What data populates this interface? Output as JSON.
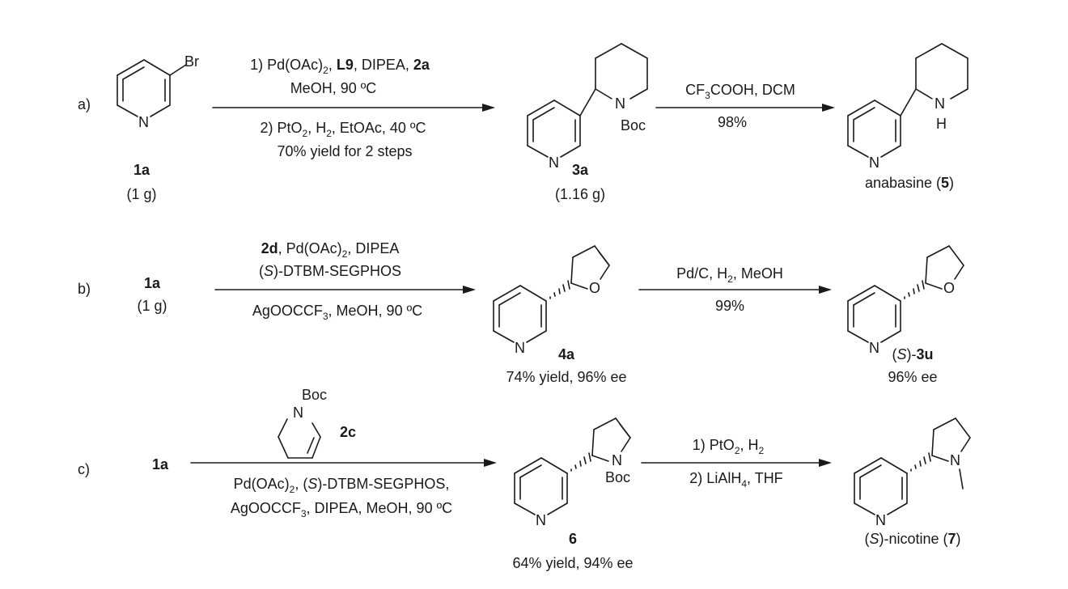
{
  "rows": [
    {
      "label": "a)",
      "start": {
        "name": "1a",
        "note": "(1 g)",
        "substituent": "Br"
      },
      "arrow1": {
        "above": [
          [
            {
              "t": "1) Pd(OAc)"
            },
            {
              "t": "2",
              "sub": true
            },
            {
              "t": ", "
            },
            {
              "t": "L9",
              "b": true
            },
            {
              "t": ", DIPEA, "
            },
            {
              "t": "2a",
              "b": true
            }
          ],
          [
            {
              "t": "MeOH, 90 ºC"
            }
          ]
        ],
        "below": [
          [
            {
              "t": "2) PtO"
            },
            {
              "t": "2",
              "sub": true
            },
            {
              "t": ", H"
            },
            {
              "t": "2",
              "sub": true
            },
            {
              "t": ", EtOAc, 40 ºC"
            }
          ],
          [
            {
              "t": "70% yield for 2 steps"
            }
          ]
        ]
      },
      "intermediate": {
        "name": "3a",
        "note": "(1.16 g)",
        "atoms": [
          "N",
          "Boc"
        ]
      },
      "arrow2": {
        "above": [
          [
            {
              "t": "CF"
            },
            {
              "t": "3",
              "sub": true
            },
            {
              "t": "COOH, DCM"
            }
          ]
        ],
        "below": [
          [
            {
              "t": "98%"
            }
          ]
        ]
      },
      "product": {
        "label": [
          {
            "t": "anabasine ("
          },
          {
            "t": "5",
            "b": true
          },
          {
            "t": ")"
          }
        ],
        "atoms": [
          "N",
          "H"
        ]
      }
    },
    {
      "label": "b)",
      "start": {
        "name": "1a",
        "note": "(1 g)"
      },
      "arrow1": {
        "above": [
          [
            {
              "t": "2d",
              "b": true
            },
            {
              "t": ", Pd(OAc)"
            },
            {
              "t": "2",
              "sub": true
            },
            {
              "t": ", DIPEA"
            }
          ],
          [
            {
              "t": "("
            },
            {
              "t": "S",
              "i": true
            },
            {
              "t": ")-DTBM-SEGPHOS"
            }
          ]
        ],
        "below": [
          [
            {
              "t": "AgOOCCF"
            },
            {
              "t": "3",
              "sub": true
            },
            {
              "t": ", MeOH, 90 ºC"
            }
          ]
        ]
      },
      "intermediate": {
        "name": "4a",
        "note": "74% yield, 96% ee",
        "atoms": [
          "O"
        ]
      },
      "arrow2": {
        "above": [
          [
            {
              "t": "Pd/C, H"
            },
            {
              "t": "2",
              "sub": true
            },
            {
              "t": ", MeOH"
            }
          ]
        ],
        "below": [
          [
            {
              "t": "99%"
            }
          ]
        ]
      },
      "product": {
        "label": [
          {
            "t": "("
          },
          {
            "t": "S",
            "i": true
          },
          {
            "t": ")-"
          },
          {
            "t": "3u",
            "b": true
          }
        ],
        "note": "96% ee",
        "atoms": [
          "O"
        ]
      }
    },
    {
      "label": "c)",
      "start": {
        "name": "1a"
      },
      "reagent": {
        "name": "2c",
        "atoms": [
          "Boc",
          "N"
        ]
      },
      "arrow1": {
        "below": [
          [
            {
              "t": "Pd(OAc)"
            },
            {
              "t": "2",
              "sub": true
            },
            {
              "t": ", ("
            },
            {
              "t": "S",
              "i": true
            },
            {
              "t": ")-DTBM-SEGPHOS,"
            }
          ],
          [
            {
              "t": "AgOOCCF"
            },
            {
              "t": "3",
              "sub": true
            },
            {
              "t": ", DIPEA, MeOH, 90 ºC"
            }
          ]
        ]
      },
      "intermediate": {
        "name": "6",
        "note": "64% yield, 94% ee",
        "atoms": [
          "N",
          "Boc"
        ]
      },
      "arrow2": {
        "above": [
          [
            {
              "t": "1) PtO"
            },
            {
              "t": "2",
              "sub": true
            },
            {
              "t": ", H"
            },
            {
              "t": "2",
              "sub": true
            }
          ]
        ],
        "below": [
          [
            {
              "t": "2) LiAlH"
            },
            {
              "t": "4",
              "sub": true
            },
            {
              "t": ", THF"
            }
          ]
        ]
      },
      "product": {
        "label": [
          {
            "t": "("
          },
          {
            "t": "S",
            "i": true
          },
          {
            "t": ")-nicotine ("
          },
          {
            "t": "7",
            "b": true
          },
          {
            "t": ")"
          }
        ],
        "atoms": [
          "N"
        ]
      }
    }
  ],
  "pyridine_atom": "N"
}
